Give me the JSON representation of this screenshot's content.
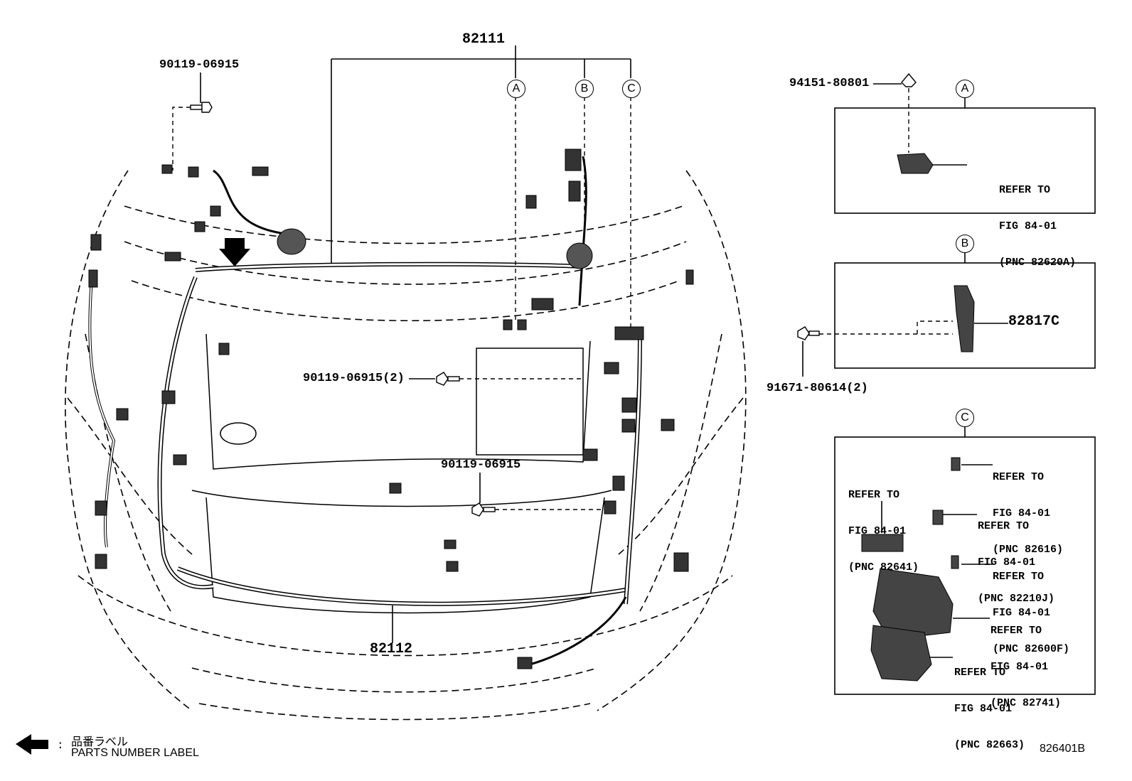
{
  "labels": {
    "main_harness": "82111",
    "lower_harness": "82112",
    "bolt_top_left": "90119-06915",
    "bolt_center": "90119-06915(2)",
    "bolt_lower_center": "90119-06915",
    "clip_a": "94151-80801",
    "bolt_b": "91671-80614(2)",
    "part_b": "82817C"
  },
  "callouts": {
    "a": "A",
    "b": "B",
    "c": "C"
  },
  "refers": {
    "a": [
      "REFER TO",
      "FIG 84-01",
      "(PNC 82620A)"
    ],
    "c1": [
      "REFER TO",
      "FIG 84-01",
      "(PNC 82616)"
    ],
    "c2": [
      "REFER TO",
      "FIG 84-01",
      "(PNC 82641)"
    ],
    "c3": [
      "REFER TO",
      "FIG 84-01",
      "(PNC 82210J)"
    ],
    "c4": [
      "REFER TO",
      "FIG 84-01",
      "(PNC 82600F)"
    ],
    "c5": [
      "REFER TO",
      "FIG 84-01",
      "(PNC 82741)"
    ],
    "c6": [
      "REFER TO",
      "FIG 84-01",
      "(PNC 82663)"
    ]
  },
  "legend": {
    "jp": "品番ラベル",
    "colon": ":",
    "en": "PARTS NUMBER LABEL"
  },
  "figure_id": "826401B"
}
